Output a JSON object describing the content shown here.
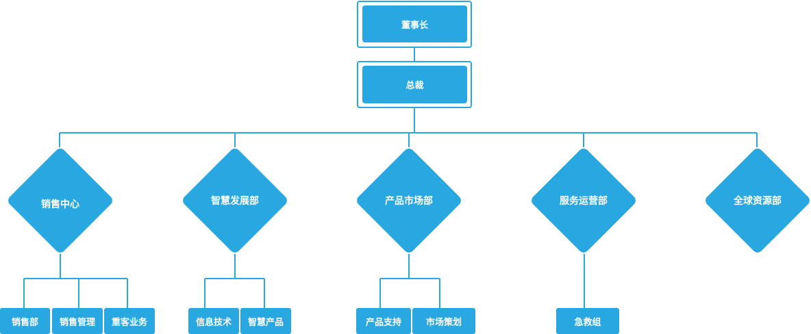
{
  "colors": {
    "primary": "#29a7e1",
    "line": "#29a7e1",
    "background": "#ffffff"
  },
  "chairman": {
    "label": "董事长"
  },
  "president": {
    "label": "总裁"
  },
  "departments": [
    {
      "label": "销售中心",
      "children": [
        "销售部",
        "销售管理",
        "重客业务"
      ]
    },
    {
      "label": "智慧发展部",
      "children": [
        "信息技术",
        "智慧产品"
      ]
    },
    {
      "label": "产品市场部",
      "children": [
        "产品支持",
        "市场策划"
      ]
    },
    {
      "label": "服务运营部",
      "children": [
        "急救组"
      ]
    },
    {
      "label": "全球资源部",
      "children": []
    }
  ]
}
